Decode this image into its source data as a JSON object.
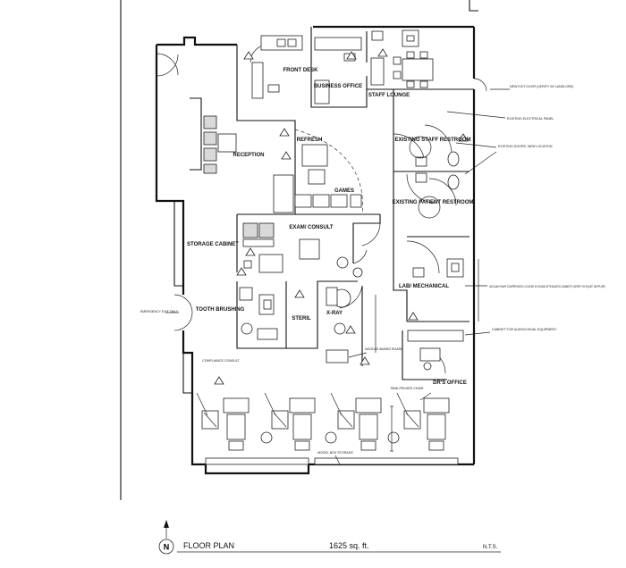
{
  "rooms": {
    "front_desk": "FRONT DESK",
    "business_office": "BUSINESS OFFICE",
    "staff_lounge": "STAFF LOUNGE",
    "reception": "RECEPTION",
    "refresh": "REFRESH",
    "games": "GAMES",
    "exam_consult": "EXAM/ CONSULT",
    "existing_staff_restroom": "EXISTING STAFF RESTROOM",
    "existing_patient_restroom": "EXISTING PATIENT RESTROOM",
    "lab_mechanical": "LAB/ MECHANICAL",
    "storage_cabinet": "STORAGE CABINET",
    "tooth_brushing": "TOOTH BRUSHING",
    "steril": "STERIL",
    "xray": "X-RAY",
    "compliance_consult": "COMPLIANCE CONSULT",
    "drs_office": "DR'S OFFICE",
    "emergency_exit": "EMERGENCY EXIT ONLY"
  },
  "callouts": {
    "new_exit_door": "NEW EXIT DOOR (VERIFY W/ LANDLORD)",
    "existing_electrical_panel": "EXISTING ELECTRICAL PANEL",
    "existing_doors_new_location": "EXISTING DOORS, NEW LOCATION",
    "vacuum_pump": "VACUUM PUMP/ COMPRESSOR LOCATED IN SOUND ATTENUATED CABINETS (VERIFY W/ EQUIP. SUPPLIER)",
    "cabinet_av": "CABINET FOR AUDIO/VISUAL EQUIPMENT",
    "semi_private_chair": "SEMI-PRIVATE CHAIR",
    "model_box_storage": "MODEL BOX STORAGE",
    "noodle_award_board": "NOODLE AWARD BOARD"
  },
  "footer": {
    "north": "N",
    "title": "FLOOR PLAN",
    "area": "1625 sq. ft.",
    "scale": "N.T.S."
  }
}
